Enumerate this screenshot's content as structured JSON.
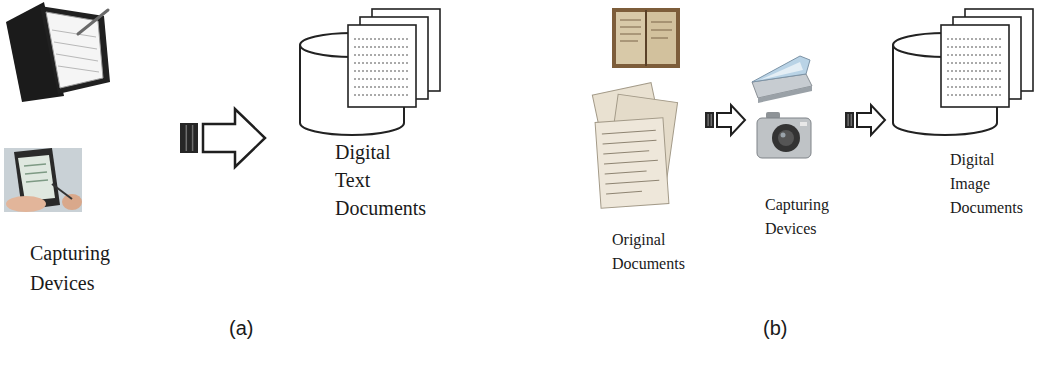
{
  "diagram": {
    "nodes": [
      {
        "text": [
          "Capturing Devices"
        ]
      },
      {
        "text": [
          "Digital Text Documents"
        ]
      },
      {
        "text": [
          "Original Documents"
        ]
      },
      {
        "text": [
          "Capturing Devices"
        ]
      },
      {
        "text": [
          "Digital Image Documents"
        ]
      }
    ],
    "edges": [
      {
        "from": 0,
        "to": 1,
        "arrow": "to"
      },
      {
        "from": 2,
        "to": 3,
        "arrow": "to"
      },
      {
        "from": 3,
        "to": 4,
        "arrow": "to"
      }
    ],
    "labels": [
      "(a)",
      "(b)"
    ]
  }
}
